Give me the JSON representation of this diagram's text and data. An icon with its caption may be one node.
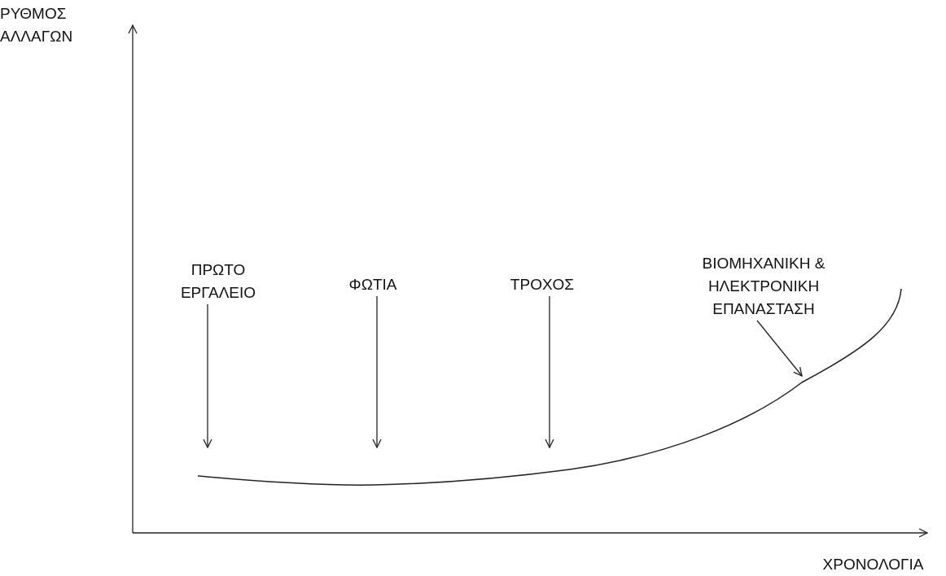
{
  "diagram": {
    "nodes": [
      {
        "text": [
          "ΠΡΩΤΟ ΕΡΓΑΛΕΙΟ"
        ]
      },
      {
        "text": [
          "ΦΩΤΙΑ"
        ]
      },
      {
        "text": [
          "ΤΡΟΧΟΣ"
        ]
      },
      {
        "text": [
          "ΒΙΟΜΗΧΑΝΙΚΗ & ΗΛΕΚΤΡΟΝΙΚΗ ΕΠΑΝΑΣΤΑΣΗ"
        ]
      }
    ],
    "edges": [
      {
        "from": 0,
        "to": null,
        "arrow": "to"
      },
      {
        "from": 1,
        "to": null,
        "arrow": "to"
      },
      {
        "from": 2,
        "to": null,
        "arrow": "to"
      },
      {
        "from": 3,
        "to": null,
        "arrow": "to"
      }
    ],
    "labels": [
      "ΡΥΘΜΟΣ ΑΛΛΑΓΩΝ",
      "ΧΡΟΝΟΛΟΓΙΑ"
    ]
  }
}
